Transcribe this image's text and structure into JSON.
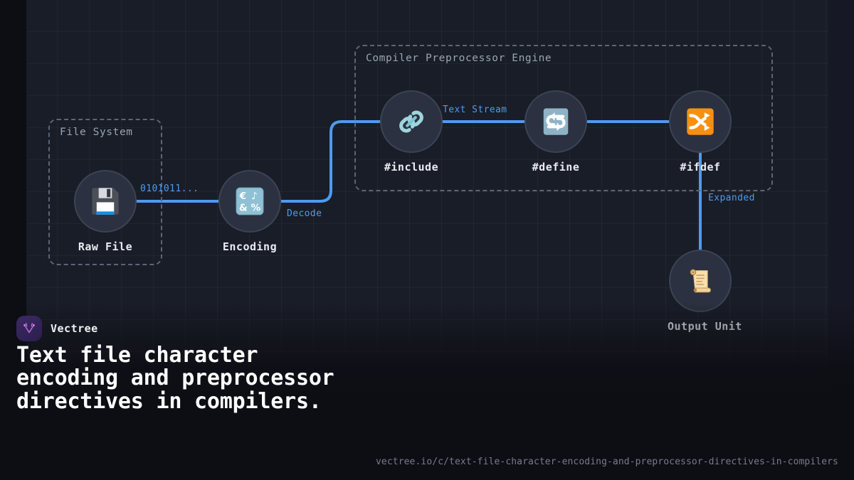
{
  "brand": {
    "name": "Vectree",
    "logo_icon": "vectree-v-logo-icon",
    "accent": "#c86ae0"
  },
  "headline": "Text file character encoding and preprocessor directives in compilers.",
  "footer_url": "vectree.io/c/text-file-character-encoding-and-preprocessor-directives-in-compilers",
  "canvas": {
    "background": "#191d27",
    "grid_color": "rgba(255,255,255,0.035)",
    "edge_color": "#4d9bf0",
    "group_border_color": "#5b6577"
  },
  "groups": [
    {
      "label": "File System"
    },
    {
      "label": "Compiler Preprocessor Engine"
    }
  ],
  "nodes": [
    {
      "label": "Raw File",
      "icon": "floppy-disk-icon"
    },
    {
      "label": "Encoding",
      "icon": "input-symbols-icon"
    },
    {
      "label": "#include",
      "icon": "chain-link-icon"
    },
    {
      "label": "#define",
      "icon": "repeat-arrows-icon"
    },
    {
      "label": "#ifdef",
      "icon": "shuffle-arrows-icon"
    },
    {
      "label": "Output Unit",
      "icon": "scroll-icon"
    }
  ],
  "edges": [
    {
      "label": "0101011...",
      "from": "Raw File",
      "to": "Encoding"
    },
    {
      "label": "Decode",
      "from": "Encoding",
      "to": "#include"
    },
    {
      "label": "Text Stream",
      "from": "#include",
      "to": "#define"
    },
    {
      "label": "",
      "from": "#define",
      "to": "#ifdef"
    },
    {
      "label": "Expanded",
      "from": "#ifdef",
      "to": "Output Unit"
    }
  ]
}
